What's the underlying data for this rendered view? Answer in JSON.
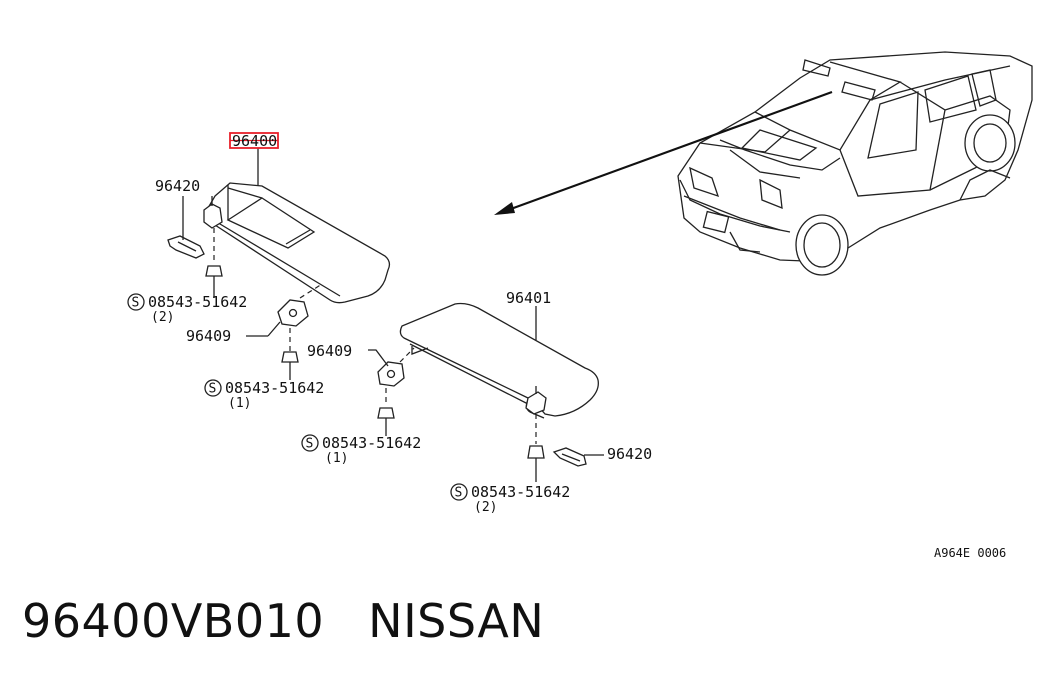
{
  "diagram": {
    "labels": {
      "visor_left": "96400",
      "visor_right": "96401",
      "hook_left": "96420",
      "hook_right": "96420",
      "holder_left": "96409",
      "holder_right": "96409",
      "screw_1": "08543-51642",
      "screw_1_qty": "(2)",
      "screw_2": "08543-51642",
      "screw_2_qty": "(1)",
      "screw_3": "08543-51642",
      "screw_3_qty": "(1)",
      "screw_4": "08543-51642",
      "screw_4_qty": "(2)",
      "screw_symbol": "S",
      "drawing_code": "A964E 0006"
    },
    "highlight_color": "#e8202a"
  },
  "caption": {
    "part_number": "96400VB010",
    "brand": "NISSAN"
  }
}
